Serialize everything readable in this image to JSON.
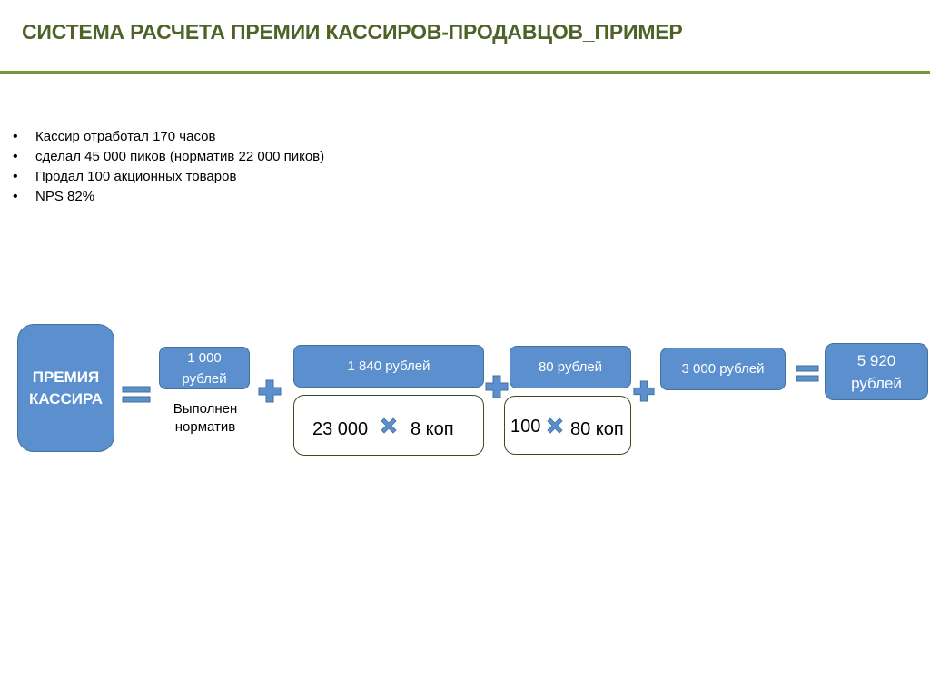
{
  "title": "СИСТЕМА РАСЧЕТА ПРЕМИИ КАССИРОВ-ПРОДАВЦОВ_ПРИМЕР",
  "bullets": [
    "Кассир отработал 170 часов",
    "сделал 45 000 пиков (норматив 22 000 пиков)",
    "Продал 100 акционных товаров",
    "NPS 82%"
  ],
  "diagram": {
    "bonus_label_line1": "ПРЕМИЯ",
    "bonus_label_line2": "КАССИРА",
    "norm_amount_line1": "1 000",
    "norm_amount_line2": "рублей",
    "norm_note_line1": "Выполнен",
    "norm_note_line2": "норматив",
    "picks_amount": "1 840 рублей",
    "picks_count": "23 000",
    "picks_rate": "8 коп",
    "promo_amount": "80 рублей",
    "promo_count": "100",
    "promo_rate": "80 коп",
    "nps_amount": "3 000 рублей",
    "total_line1": "5 920",
    "total_line2": "рублей"
  },
  "colors": {
    "title": "#4f6228",
    "rule": "#77933c",
    "box_fill": "#5b8fce",
    "box_border": "#41719c",
    "operator": "#5b8fce"
  },
  "icons": [
    "equals-icon",
    "plus-icon",
    "times-icon"
  ]
}
